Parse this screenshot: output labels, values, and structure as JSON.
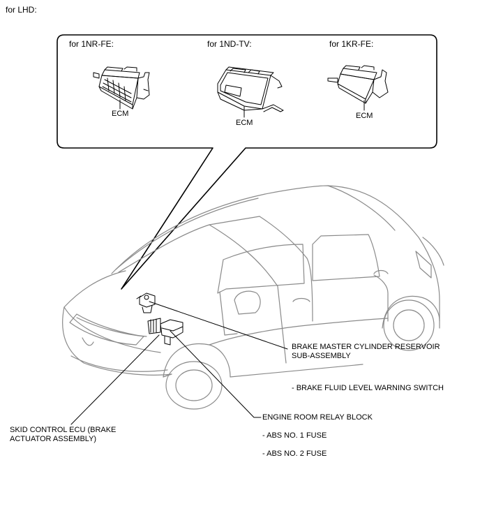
{
  "diagram": {
    "variant_label": "for LHD:",
    "engines": [
      {
        "heading": "for 1NR-FE:",
        "component": "ECM"
      },
      {
        "heading": "for 1ND-TV:",
        "component": "ECM"
      },
      {
        "heading": "for 1KR-FE:",
        "component": "ECM"
      }
    ],
    "callouts": {
      "brake_reservoir": {
        "line1": "BRAKE MASTER CYLINDER RESERVOIR",
        "line2": "SUB-ASSEMBLY",
        "sub": "- BRAKE FLUID LEVEL WARNING SWITCH"
      },
      "relay_block": {
        "title": "ENGINE ROOM RELAY BLOCK",
        "fuse1": "- ABS NO. 1 FUSE",
        "fuse2": "- ABS NO. 2 FUSE"
      },
      "skid_ecu": {
        "line1": "SKID CONTROL ECU (BRAKE",
        "line2": "ACTUATOR ASSEMBLY)"
      }
    }
  }
}
